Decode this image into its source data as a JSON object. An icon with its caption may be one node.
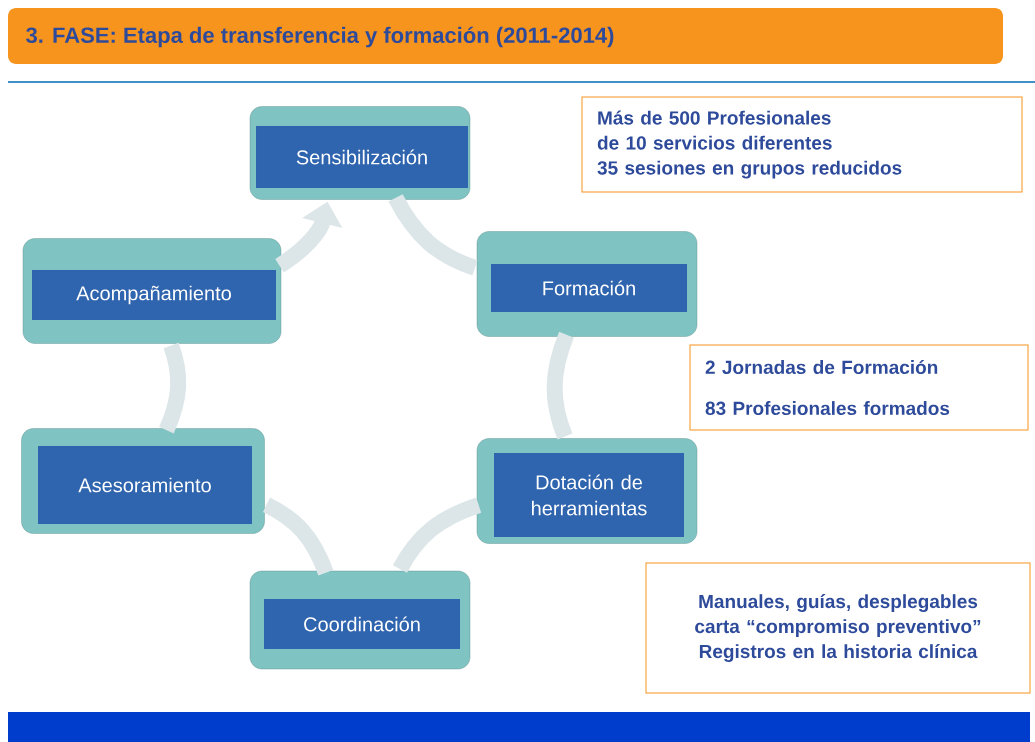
{
  "diagram": {
    "title": "3. FASE: Etapa de transferencia y formación (2011-2014)",
    "nodes": [
      {
        "text": [
          "Sensibilización"
        ]
      },
      {
        "text": [
          "Formación"
        ]
      },
      {
        "text": [
          "Dotación de herramientas"
        ]
      },
      {
        "text": [
          "Coordinación"
        ]
      },
      {
        "text": [
          "Asesoramiento"
        ]
      },
      {
        "text": [
          "Acompañamiento"
        ]
      },
      {
        "text": [
          "Más de 500 Profesionales",
          "de 10 servicios diferentes",
          "35 sesiones en grupos reducidos"
        ]
      },
      {
        "text": [
          "2 Jornadas de Formación",
          "83 Profesionales formados"
        ]
      },
      {
        "text": [
          "Manuales, guías, desplegables",
          "carta “compromiso preventivo”",
          "Registros en la historia clínica"
        ]
      }
    ],
    "edges": [
      {
        "from": 0,
        "to": 1,
        "arrow": "none"
      },
      {
        "from": 1,
        "to": 2,
        "arrow": "none"
      },
      {
        "from": 2,
        "to": 3,
        "arrow": "none"
      },
      {
        "from": 3,
        "to": 4,
        "arrow": "none"
      },
      {
        "from": 4,
        "to": 5,
        "arrow": "none"
      },
      {
        "from": 5,
        "to": 0,
        "arrow": "to"
      }
    ]
  }
}
